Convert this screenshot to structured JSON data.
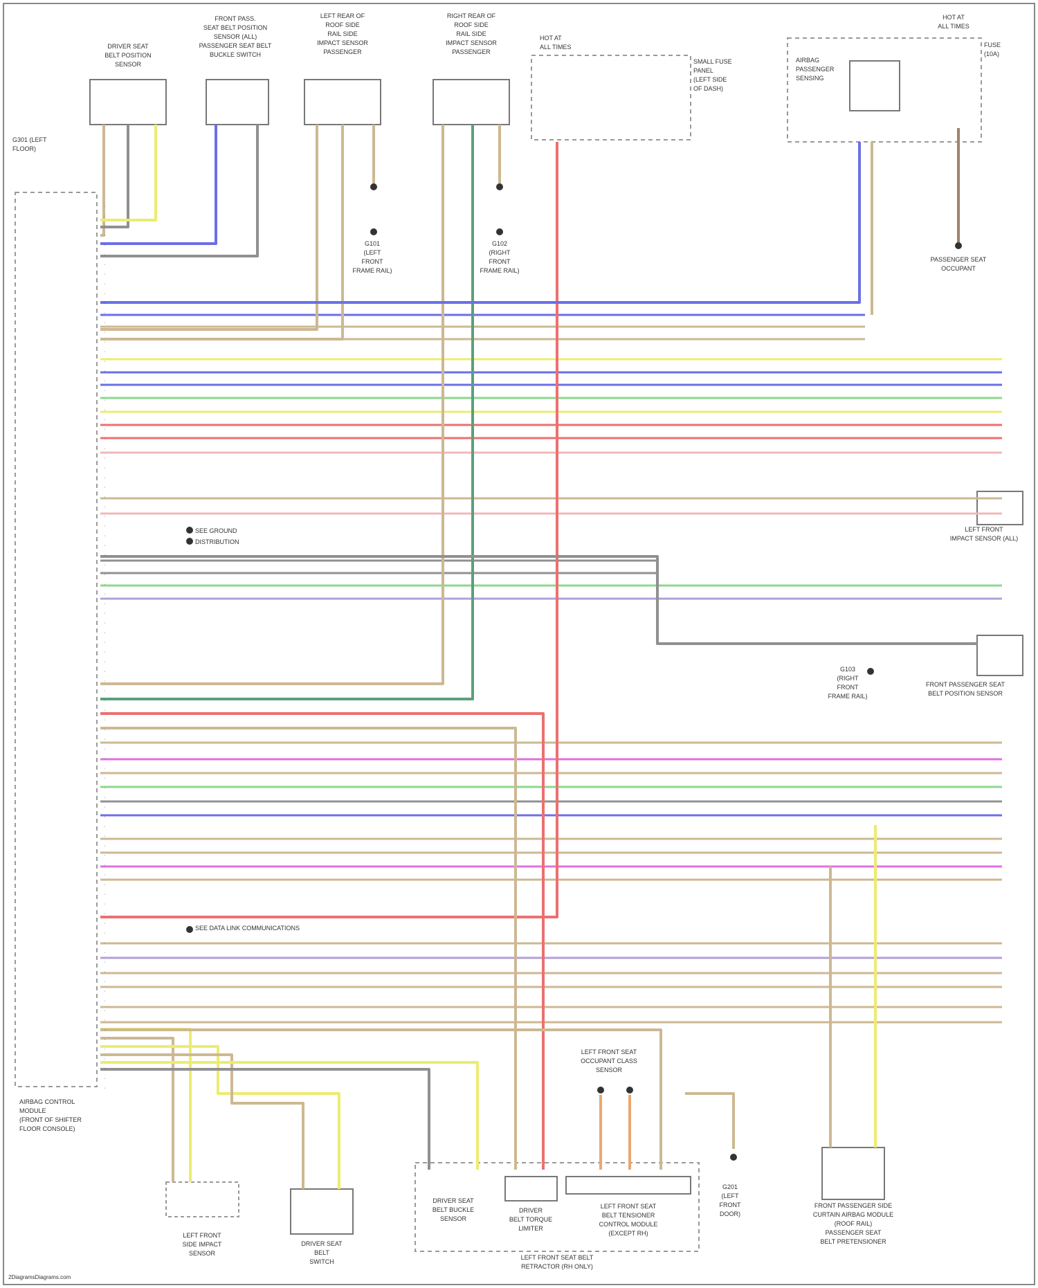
{
  "document": {
    "source_note": "2DiagramsDiagrams.com"
  },
  "components": {
    "airbag_module_label": [
      "AIRBAG CONTROL",
      "MODULE",
      "(FRONT OF SHIFTER",
      "FLOOR CONSOLE)"
    ],
    "ground_label": [
      "G301 (LEFT",
      "FLOOR)"
    ],
    "driver_buckle_sensor": [
      "DRIVER SEAT",
      "BELT POSITION",
      "SENSOR"
    ],
    "passenger_buckle": [
      "FRONT PASS.",
      "SEAT BELT POSITION",
      "SENSOR (ALL)",
      "PASSENGER SEAT BELT",
      "BUCKLE SWITCH"
    ],
    "left_roof_sensor": [
      "LEFT REAR OF",
      "ROOF SIDE",
      "RAIL SIDE",
      "IMPACT SENSOR",
      "PASSENGER"
    ],
    "right_roof_sensor": [
      "RIGHT REAR OF",
      "ROOF SIDE",
      "RAIL SIDE",
      "IMPACT SENSOR",
      "PASSENGER"
    ],
    "fuse_box": [
      "HOT AT",
      "ALL TIMES"
    ],
    "fuse_box_right": [
      "SMALL FUSE",
      "PANEL",
      "(LEFT SIDE",
      "OF DASH)"
    ],
    "occupant_module": [
      "AIRBAG",
      "PASSENGER",
      "SENSING"
    ],
    "hot_at_all_times_right": [
      "HOT AT",
      "ALL TIMES"
    ],
    "fuse_right": [
      "FUSE",
      "(10A)"
    ],
    "passenger_seat_relay": [
      "PASSENGER SEAT",
      "OCCUPANT"
    ],
    "left_impact_ground": [
      "G101",
      "(LEFT",
      "FRONT",
      "FRAME RAIL)"
    ],
    "right_impact_ground": [
      "G102",
      "(RIGHT",
      "FRONT",
      "FRAME RAIL)"
    ],
    "center_ground_labels": [
      "SEE GROUND",
      "DISTRIBUTION"
    ],
    "right_sensor_a": [
      "LEFT FRONT",
      "IMPACT SENSOR (ALL)"
    ],
    "right_sensor_b": [
      "FRONT PASSENGER SEAT",
      "BELT POSITION SENSOR"
    ],
    "mid_ground_label": [
      "G103",
      "(RIGHT",
      "FRONT",
      "FRAME RAIL)"
    ],
    "data_link_label": "SEE DATA LINK COMMUNICATIONS",
    "bottom_left_sensor": [
      "LEFT FRONT",
      "SIDE IMPACT",
      "SENSOR"
    ],
    "bottom_seat_sensor": [
      "DRIVER SEAT",
      "BELT",
      "SWITCH"
    ],
    "bottom_buckle": [
      "DRIVER SEAT",
      "BELT BUCKLE",
      "SENSOR"
    ],
    "bottom_pretensioner": [
      "DRIVER",
      "BELT TORQUE",
      "LIMITER"
    ],
    "bottom_module": [
      "LEFT FRONT SEAT",
      "BELT TENSIONER",
      "CONTROL MODULE",
      "(EXCEPT RH)"
    ],
    "bottom_grounds": [
      "G201",
      "(LEFT",
      "FRONT",
      "DOOR)"
    ],
    "bottom_right_module": [
      "FRONT PASSENGER SIDE",
      "CURTAIN AIRBAG MODULE",
      "(ROOF RAIL)",
      "PASSENGER SEAT",
      "BELT PRETENSIONER"
    ],
    "bottom_connector_label": [
      "LEFT FRONT SEAT BELT",
      "RETRACTOR (RH ONLY)"
    ],
    "bottom_grounds_label": [
      "LEFT FRONT SEAT",
      "OCCUPANT CLASS",
      "SENSOR"
    ]
  },
  "legend_colors": {
    "tan": "#cdb892",
    "yellow": "#ecec70",
    "blue": "#6b6fe8",
    "green": "#8cd88c",
    "red": "#ec7070",
    "magenta": "#e070e0",
    "gray": "#909090",
    "pink": "#f0b8b8",
    "violet": "#b0a0d8",
    "orange": "#e8a870",
    "dark_green": "#5aa07a",
    "brown": "#9c8468",
    "sensor_fill": "#ffffff"
  }
}
